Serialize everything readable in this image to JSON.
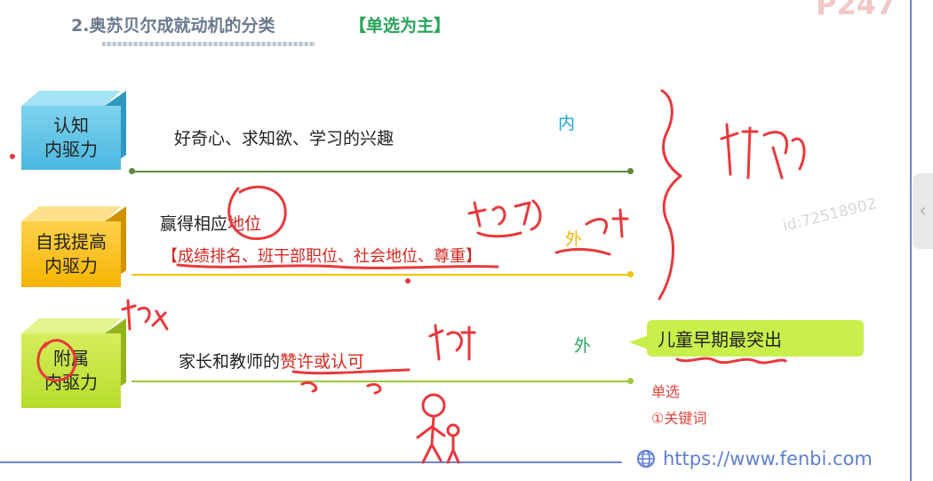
{
  "header": {
    "title": "2.奥苏贝尔成就动机的分类",
    "tag": "【单选为主】",
    "page_number": "P247"
  },
  "drives": [
    {
      "label_line1": "认知",
      "label_line2": "内驱力",
      "description": "好奇心、求知欲、学习的兴趣",
      "orientation": "内"
    },
    {
      "label_line1": "自我提高",
      "label_line2": "内驱力",
      "description_prefix": "赢得相应",
      "description_highlight": "地位",
      "examples": "【成绩排名、班干部职位、社会地位、尊重】",
      "orientation": "外"
    },
    {
      "label_line1": "附属",
      "label_line2": "内驱力",
      "description_prefix": "家长和教师的",
      "description_highlight": "赞许或认可",
      "orientation": "外"
    }
  ],
  "callout": {
    "text": "儿童早期最突出"
  },
  "notes": {
    "line1": "单选",
    "line2": "①关键词"
  },
  "watermark": "id:72518902",
  "footer": {
    "url": "https://www.fenbi.com",
    "icon": "globe-icon"
  },
  "colors": {
    "cognitive": "#4bb7df",
    "self_improvement": "#f5b400",
    "affiliative": "#b7dc2b",
    "annotation_ink": "#e8383d",
    "accent_blue": "#6f83d6"
  }
}
